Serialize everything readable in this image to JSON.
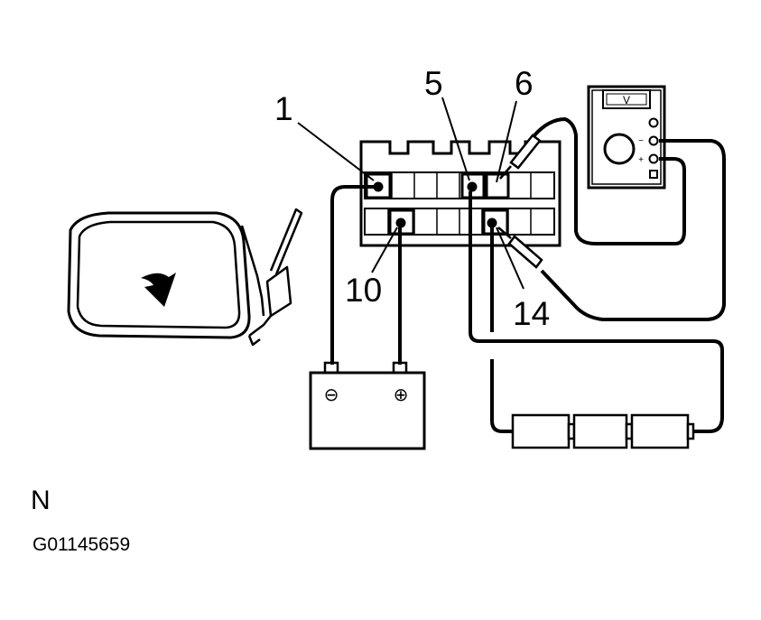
{
  "connector": {
    "pins": [
      {
        "id": "pin-1",
        "label": "1"
      },
      {
        "id": "pin-5",
        "label": "5"
      },
      {
        "id": "pin-6",
        "label": "6"
      },
      {
        "id": "pin-10",
        "label": "10"
      },
      {
        "id": "pin-14",
        "label": "14"
      }
    ]
  },
  "voltmeter": {
    "display": "V",
    "minus": "−",
    "plus": "+"
  },
  "battery": {
    "negative": "⊖",
    "positive": "⊕"
  },
  "mirror": {
    "arrow": "curved-down-arrow-icon"
  },
  "orientation_label": "N",
  "figure_code": "G01145659",
  "colors": {
    "line": "#000000",
    "background": "#ffffff"
  }
}
